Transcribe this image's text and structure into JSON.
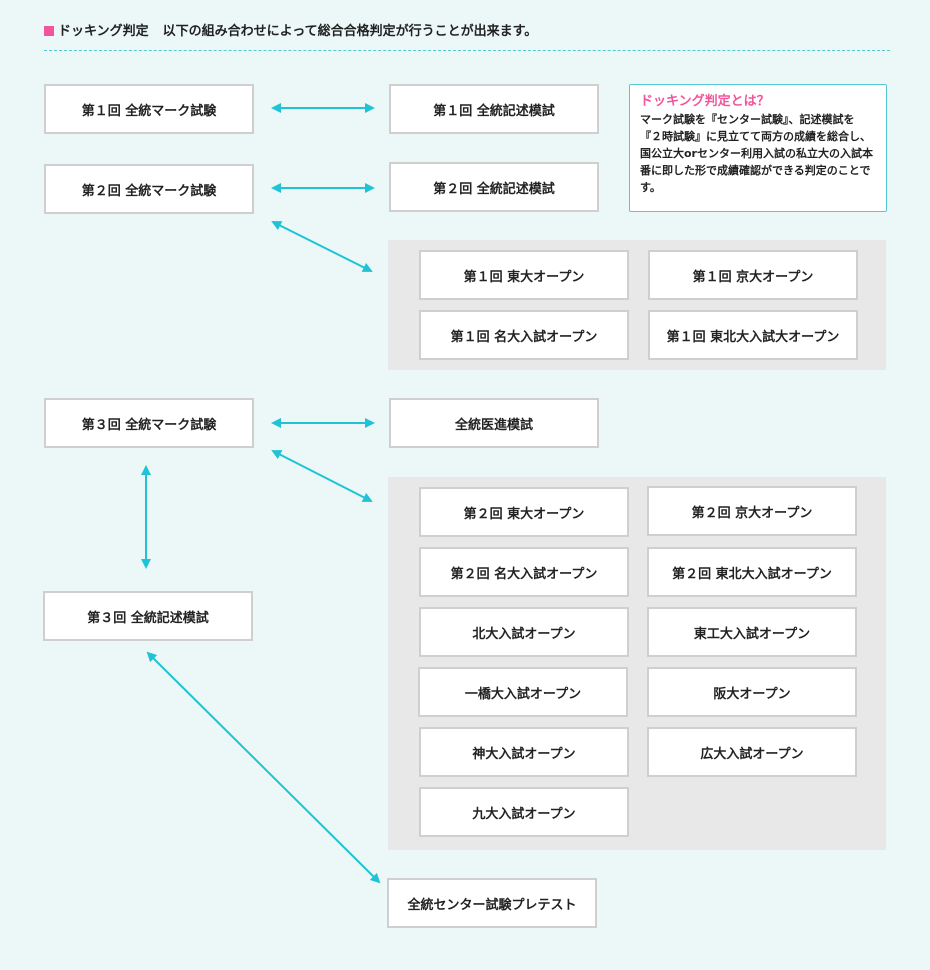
{
  "header": {
    "title": "ドッキング判定",
    "description": "以下の組み合わせによって総合合格判定が行うことが出来ます。"
  },
  "marks": {
    "m1": "第１回 全統マーク試験",
    "m2": "第２回 全統マーク試験",
    "m3": "第３回 全統マーク試験"
  },
  "written": {
    "w1": "第１回 全統記述模試",
    "w2": "第２回 全統記述模試",
    "w3": "第３回 全統記述模試"
  },
  "medical": "全統医進模試",
  "pretest": "全統センター試験プレテスト",
  "panel1": [
    "第１回 東大オープン",
    "第１回 京大オープン",
    "第１回 名大入試オープン",
    "第１回 東北大入試大オープン"
  ],
  "panel2": [
    "第２回 東大オープン",
    "第２回 京大オープン",
    "第２回 名大入試オープン",
    "第２回 東北大入試オープン",
    "北大入試オープン",
    "東工大入試オープン",
    "一橋大入試オープン",
    "阪大オープン",
    "神大入試オープン",
    "広大入試オープン",
    "九大入試オープン"
  ],
  "info": {
    "title": "ドッキング判定とは？",
    "body": "マーク試験を『センター試験』、記述模試を『２時試験』に見立てて両方の成績を総合し、国公立大orセンター利用入試の私立大の入試本番に即した形で成績確認ができる判定のことです。"
  },
  "colors": {
    "accent": "#f2559c",
    "arrow": "#1fc3d5",
    "background": "#ecf8f8",
    "panel": "#e8e8e8"
  }
}
